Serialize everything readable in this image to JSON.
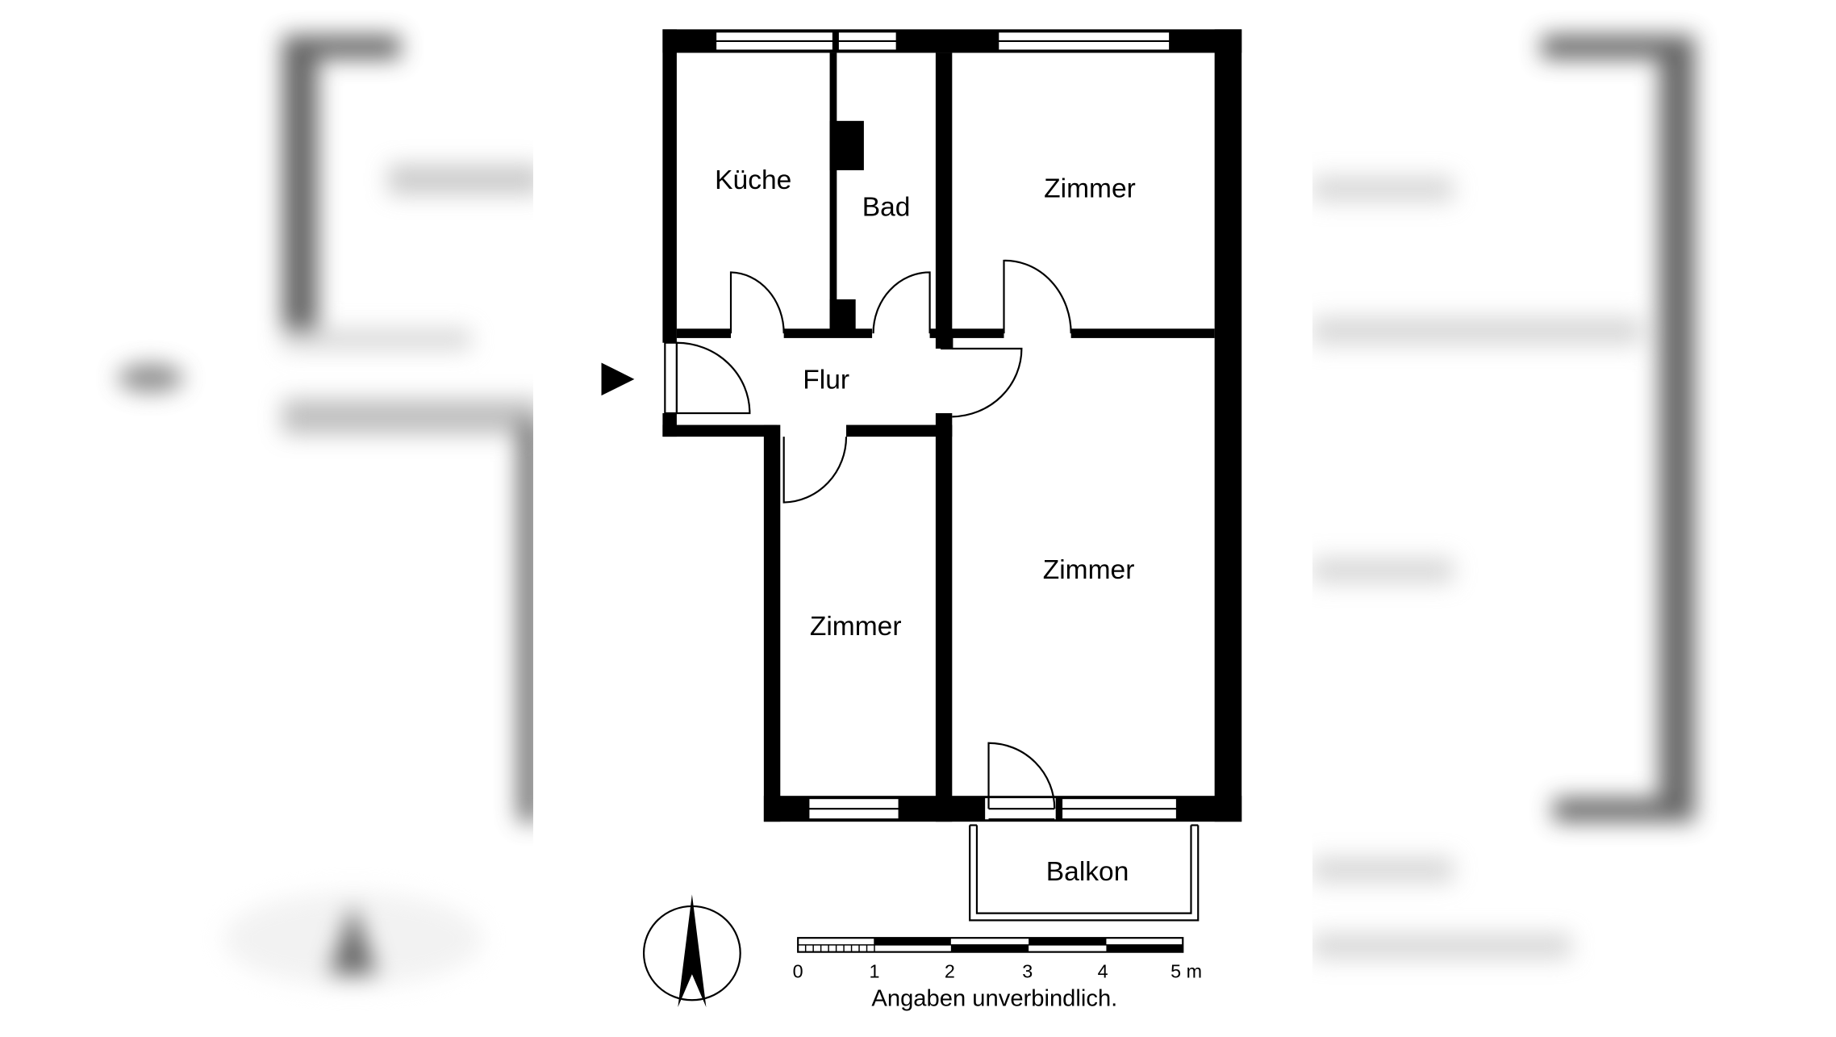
{
  "floorplan": {
    "rooms": [
      {
        "id": "kueche",
        "label": "Küche"
      },
      {
        "id": "bad",
        "label": "Bad"
      },
      {
        "id": "zimmer-top-right",
        "label": "Zimmer"
      },
      {
        "id": "flur",
        "label": "Flur"
      },
      {
        "id": "zimmer-large",
        "label": "Zimmer"
      },
      {
        "id": "zimmer-small",
        "label": "Zimmer"
      },
      {
        "id": "balkon",
        "label": "Balkon"
      }
    ],
    "entrance_icon": "entrance-arrow-icon",
    "north_icon": "north-arrow-icon"
  },
  "scale_bar": {
    "ticks": [
      "0",
      "1",
      "2",
      "3",
      "4",
      "5 m"
    ],
    "unit": "m"
  },
  "disclaimer": "Angaben unverbindlich.",
  "colors": {
    "wall": "#000000",
    "background": "#ffffff"
  }
}
